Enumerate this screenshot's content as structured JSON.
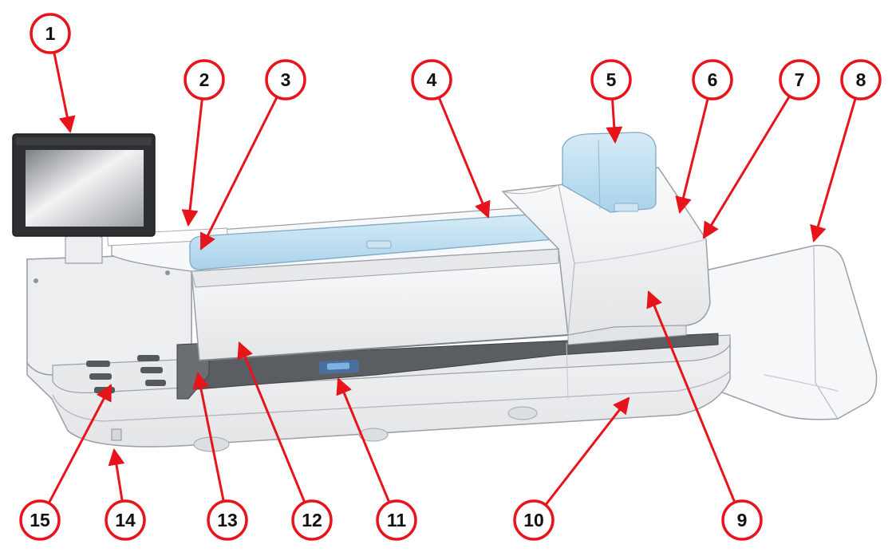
{
  "colors": {
    "callout_stroke": "#e8141b",
    "callout_fill": "#ffffff",
    "machine_body": "#f4f5f6",
    "machine_edge": "#9aa0a6",
    "deck_dark": "#55595e",
    "cover_blue": "#b9dcef",
    "screen_dark": "#2d2f33"
  },
  "callouts": [
    {
      "label": "1"
    },
    {
      "label": "2"
    },
    {
      "label": "3"
    },
    {
      "label": "4"
    },
    {
      "label": "5"
    },
    {
      "label": "6"
    },
    {
      "label": "7"
    },
    {
      "label": "8"
    },
    {
      "label": "9"
    },
    {
      "label": "10"
    },
    {
      "label": "11"
    },
    {
      "label": "12"
    },
    {
      "label": "13"
    },
    {
      "label": "14"
    },
    {
      "label": "15"
    }
  ]
}
